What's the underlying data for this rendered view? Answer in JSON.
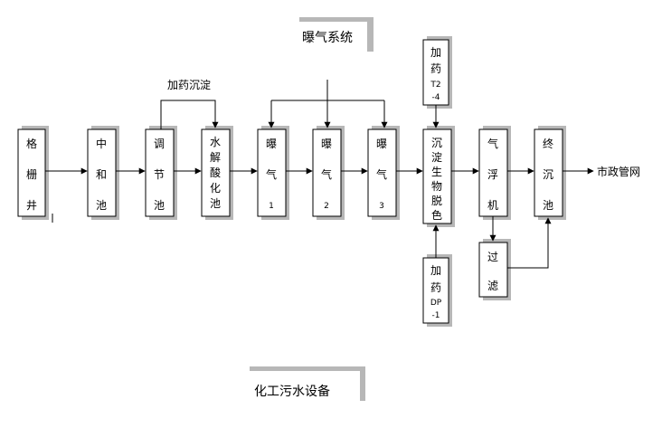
{
  "title_top": "曝气系统",
  "title_bottom": "化工污水设备",
  "label_dosing_sediment": "加药沉淀",
  "label_output": "市政管网",
  "nodes": {
    "grid_well": [
      "格",
      "栅",
      "井"
    ],
    "neutralization_tank": [
      "中",
      "和",
      "池"
    ],
    "adjustment_tank": [
      "调",
      "节",
      "池"
    ],
    "hydrolysis_tank": [
      "水",
      "解",
      "酸",
      "化",
      "池"
    ],
    "aeration_1": [
      "曝",
      "气",
      "1"
    ],
    "aeration_2": [
      "曝",
      "气",
      "2"
    ],
    "aeration_3": [
      "曝",
      "气",
      "3"
    ],
    "bio_decolor": [
      "沉",
      "淀",
      "生",
      "物",
      "脱",
      "色"
    ],
    "air_flotation": [
      "气",
      "浮",
      "机"
    ],
    "final_settling": [
      "终",
      "沉",
      "池"
    ],
    "filter": [
      "过",
      "滤"
    ],
    "dosing_t2": [
      "加",
      "药",
      "T2",
      "-4"
    ],
    "dosing_dp": [
      "加",
      "药",
      "DP",
      "-1"
    ]
  },
  "colors": {
    "line": "#000000",
    "shadow": "#b7b7b7",
    "box": "#ffffff"
  }
}
